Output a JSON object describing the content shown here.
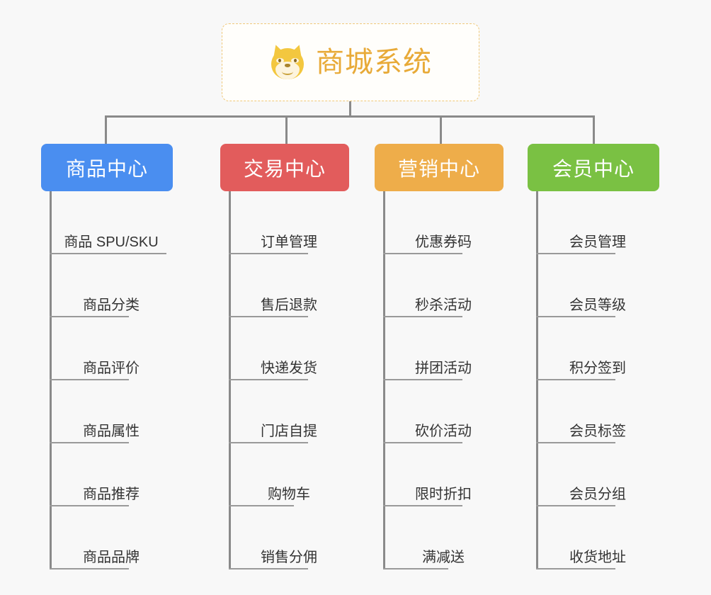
{
  "page": {
    "background_color": "#f8f8f8",
    "type": "mindmap-diagram"
  },
  "root": {
    "title": "商城系统",
    "icon": "dog-face-icon",
    "text_color": "#e8aa38",
    "border_color": "#f0c97a",
    "background_color": "#fffefb"
  },
  "connector_color": "#8a8a8a",
  "columns": [
    {
      "header": "商品中心",
      "color": "#4a8ef0",
      "items": [
        "商品 SPU/SKU",
        "商品分类",
        "商品评价",
        "商品属性",
        "商品推荐",
        "商品品牌"
      ]
    },
    {
      "header": "交易中心",
      "color": "#e25c5c",
      "items": [
        "订单管理",
        "售后退款",
        "快递发货",
        "门店自提",
        "购物车",
        "销售分佣"
      ]
    },
    {
      "header": "营销中心",
      "color": "#eead4a",
      "items": [
        "优惠券码",
        "秒杀活动",
        "拼团活动",
        "砍价活动",
        "限时折扣",
        "满减送"
      ]
    },
    {
      "header": "会员中心",
      "color": "#7ac143",
      "items": [
        "会员管理",
        "会员等级",
        "积分签到",
        "会员标签",
        "会员分组",
        "收货地址"
      ]
    }
  ]
}
